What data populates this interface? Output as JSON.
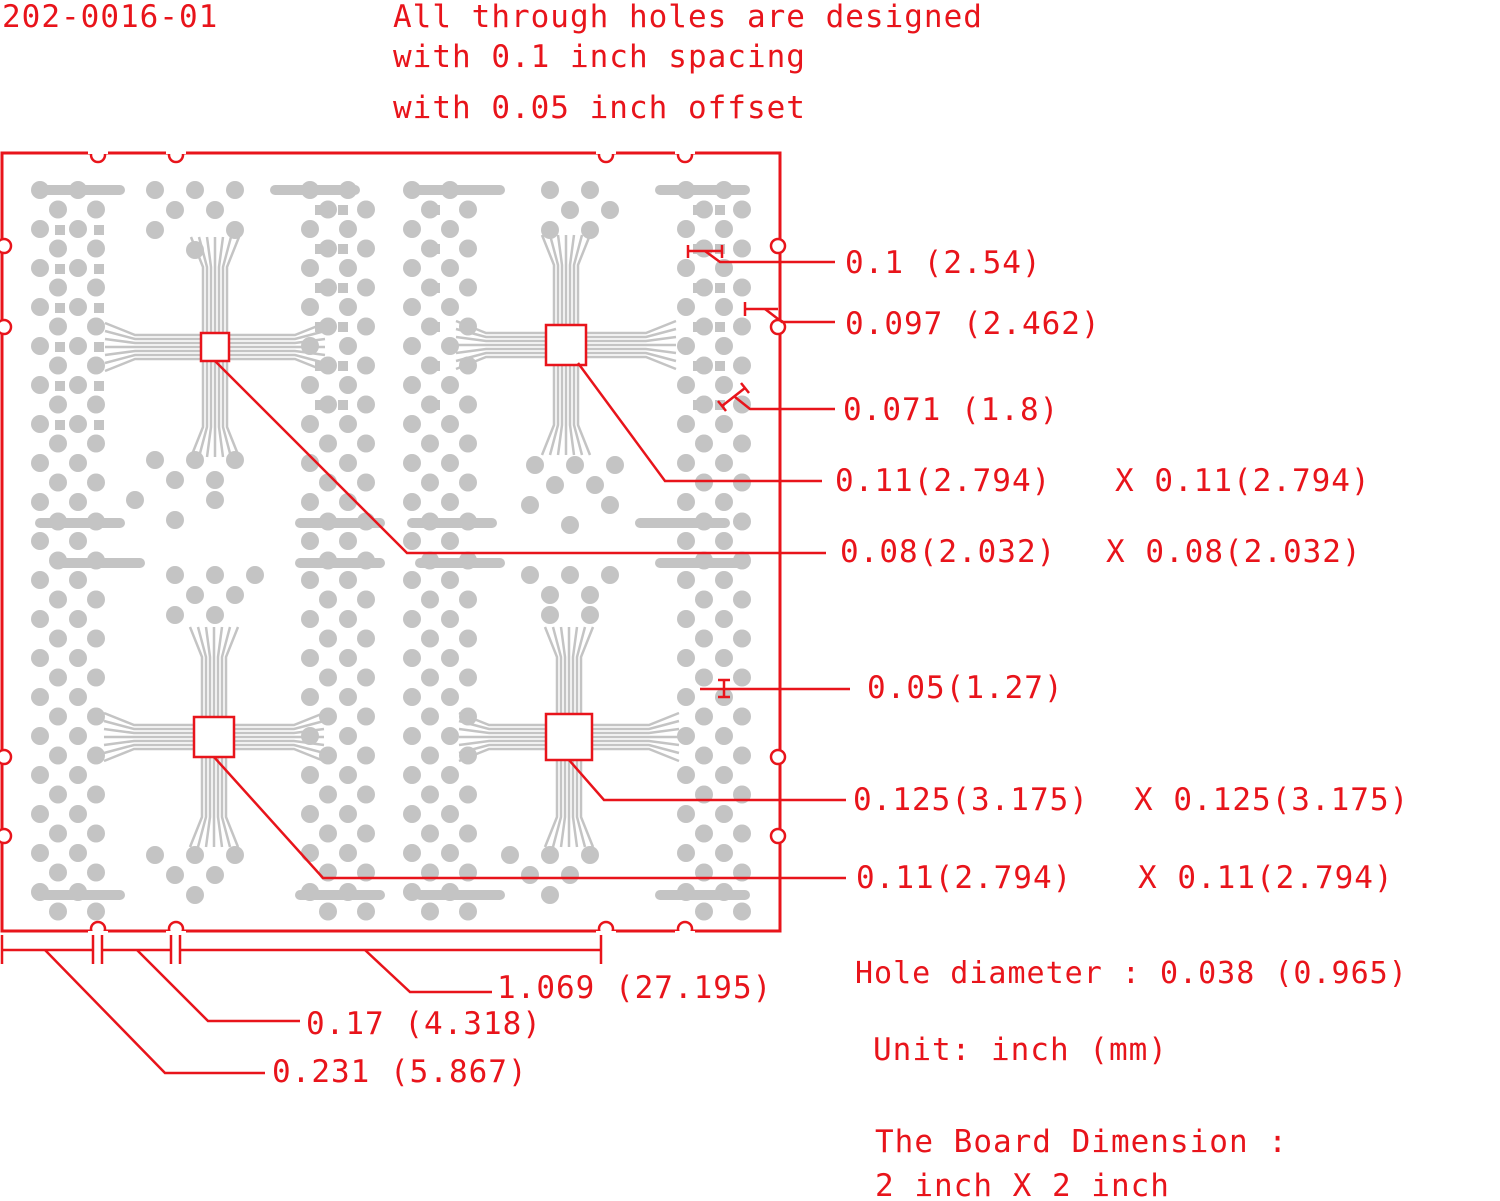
{
  "header": {
    "part_number": "202-0016-01",
    "note_line1": "All through holes are designed",
    "note_line2": "with 0.1 inch spacing",
    "note_line3": "with 0.05 inch offset"
  },
  "dimensions": {
    "pitch": "0.1 (2.54)",
    "edge_hole_pitch": "0.097 (2.462)",
    "diagonal_pitch": "0.071 (1.8)",
    "pad_tl": "0.11(2.794)",
    "pad_tl_x": "X 0.11(2.794)",
    "pad_small": "0.08(2.032)",
    "pad_small_x": "X 0.08(2.032)",
    "offset": "0.05(1.27)",
    "pad_large": "0.125(3.175)",
    "pad_large_x": "X 0.125(3.175)",
    "pad_bl": "0.11(2.794)",
    "pad_bl_x": "X 0.11(2.794)",
    "bottom_span": "1.069 (27.195)",
    "bottom_gap": "0.17 (4.318)",
    "bottom_edge": "0.231 (5.867)"
  },
  "notes": {
    "hole_diameter": "Hole diameter : 0.038 (0.965)",
    "unit": "Unit: inch (mm)",
    "board_dimension_title": "The Board Dimension :",
    "board_dimension_value": "2 inch X 2 inch"
  },
  "colors": {
    "annotation": "#e8141b",
    "copper_pad": "#c4c4c4",
    "background": "#ffffff"
  }
}
